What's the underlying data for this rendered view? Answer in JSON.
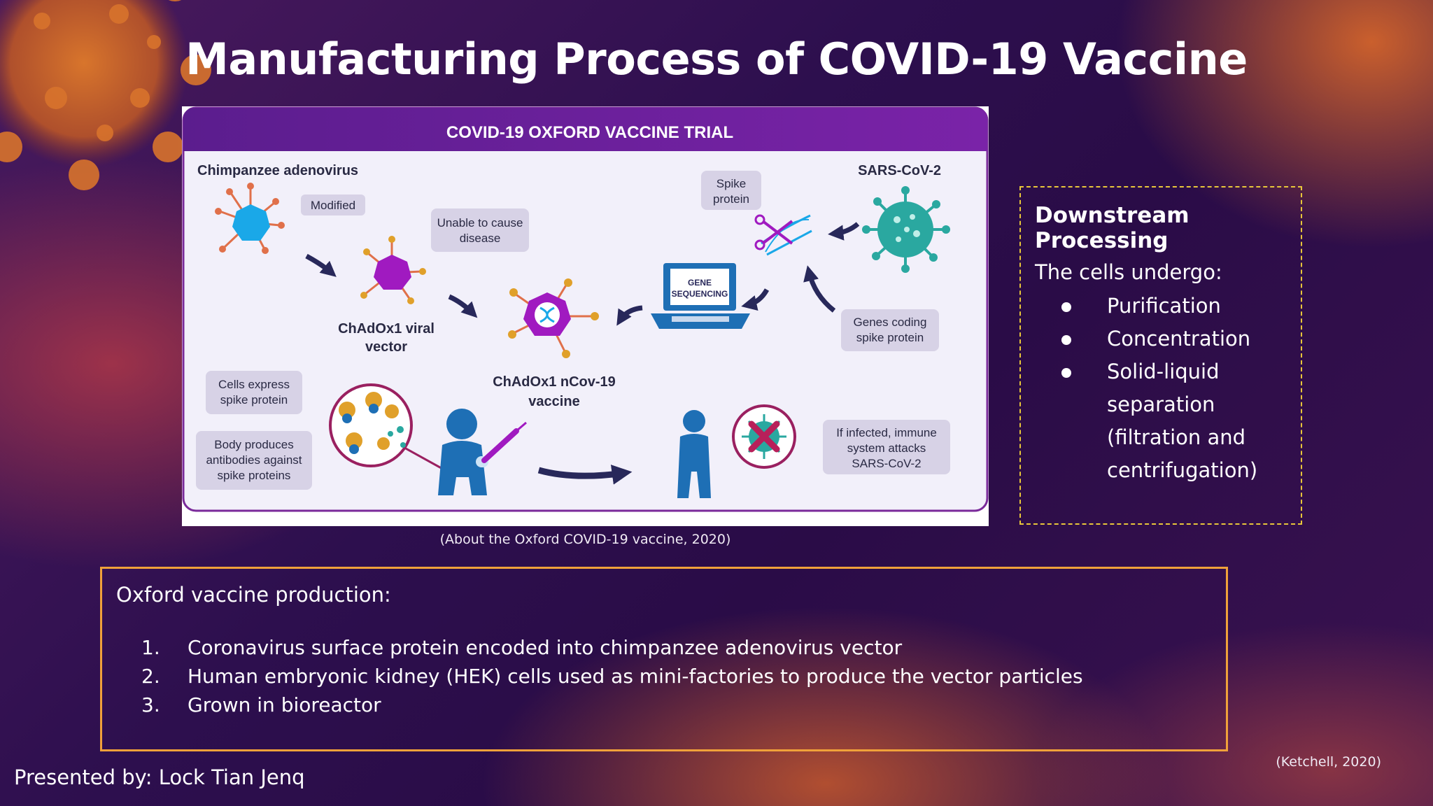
{
  "slide": {
    "title": "Manufacturing Process of COVID-19 Vaccine",
    "presenter": "Presented by: Lock Tian Jenq",
    "citation": "(Ketchell, 2020)"
  },
  "figure": {
    "header": "COVID-19 OXFORD VACCINE TRIAL",
    "caption": "(About the Oxford COVID-19 vaccine, 2020)",
    "labels": {
      "chimp": "Chimpanzee adenovirus",
      "modified": "Modified",
      "unable_1": "Unable to cause",
      "unable_2": "disease",
      "spike_1": "Spike",
      "spike_2": "protein",
      "sars": "SARS-CoV-2",
      "gene_1": "GENE",
      "gene_2": "SEQUENCING",
      "viral_1": "ChAdOx1 viral",
      "viral_2": "vector",
      "genes_1": "Genes coding",
      "genes_2": "spike protein",
      "vaccine_1": "ChAdOx1 nCov-19",
      "vaccine_2": "vaccine",
      "cells_1": "Cells express",
      "cells_2": "spike protein",
      "body_1": "Body produces",
      "body_2": "antibodies against",
      "body_3": "spike proteins",
      "infected_1": "If infected, immune",
      "infected_2": "system attacks",
      "infected_3": "SARS-CoV-2"
    }
  },
  "downstream": {
    "title": "Downstream Processing",
    "intro": "The cells undergo:",
    "items": [
      "Purification",
      "Concentration",
      "Solid-liquid separation (filtration and centrifugation)"
    ]
  },
  "production": {
    "title": "Oxford vaccine production:",
    "items": [
      {
        "num": "1.",
        "text": "Coronavirus surface protein encoded into chimpanzee adenovirus vector"
      },
      {
        "num": "2.",
        "text": "Human embryonic kidney (HEK) cells used as mini-factories to produce the vector particles"
      },
      {
        "num": "3.",
        "text": "Grown in bioreactor"
      }
    ]
  },
  "colors": {
    "accent_orange": "#f0a13a",
    "accent_yellow": "#e8c63a",
    "header_purple": "#6a1f9a",
    "vector_magenta": "#a01ac0",
    "adenovirus_blue": "#1aa8e8",
    "sars_teal": "#2aa8a0",
    "human_blue": "#1e6fb5",
    "arrow_navy": "#28285a"
  },
  "icons": [
    "coronavirus-decoration-icon",
    "adenovirus-icon",
    "viral-vector-icon",
    "vaccine-particle-icon",
    "laptop-icon",
    "scissors-dna-icon",
    "sars-cov-2-icon",
    "person-icon",
    "syringe-icon",
    "magnifier-icon",
    "blocked-virus-icon"
  ]
}
